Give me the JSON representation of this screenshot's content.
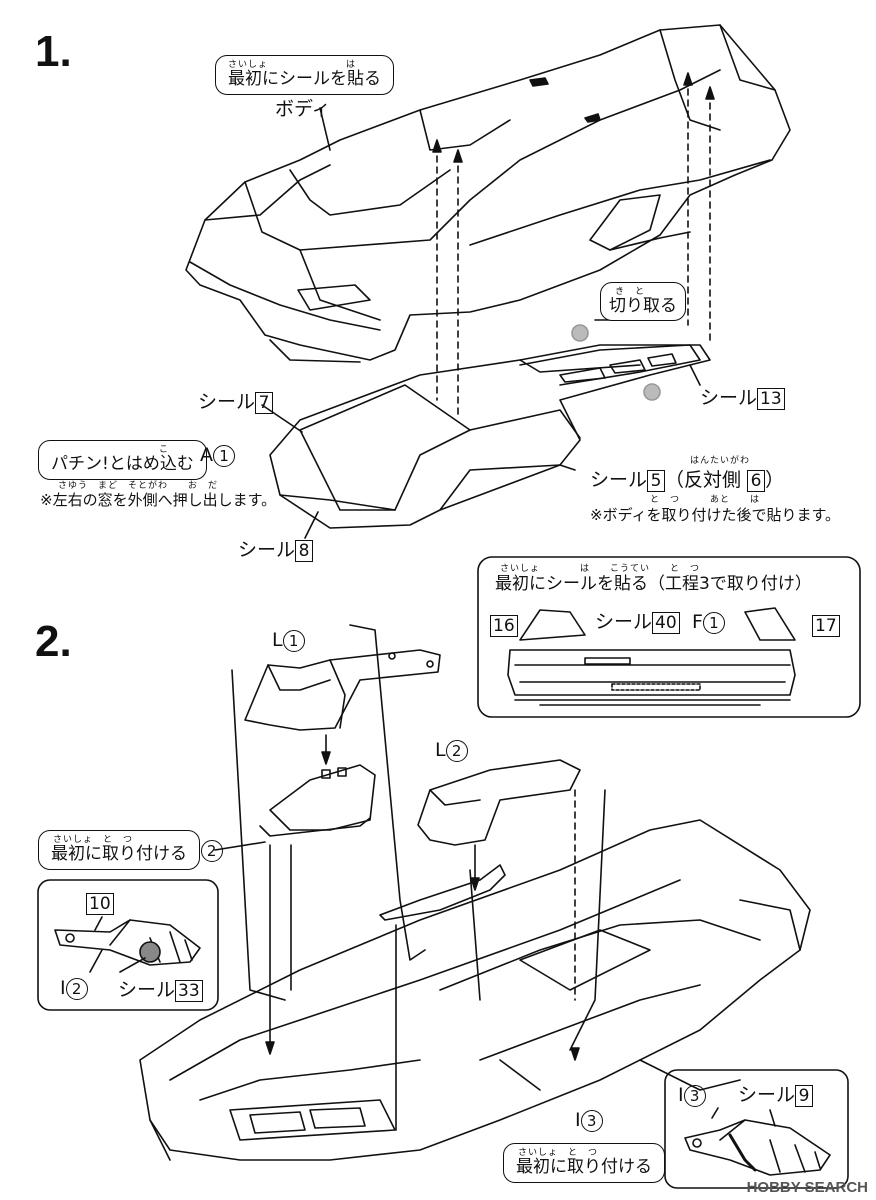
{
  "step1": {
    "number": "1.",
    "first_seal_note": {
      "text": "最初にシールを貼る",
      "ruby_sai": "さいしょ",
      "ruby_ha": "は"
    },
    "body_label": "ボディ",
    "cut_note": {
      "text": "切り取る",
      "ruby": "き　と"
    },
    "seal13": {
      "label": "シール",
      "num": "13"
    },
    "seal7": {
      "label": "シール",
      "num": "7"
    },
    "snap_note": {
      "text": "パチン!とはめ込む",
      "ruby": "こ"
    },
    "partA": {
      "letter": "A",
      "num": "1"
    },
    "push_note": {
      "text": "※左右の窓を外側へ押し出します。",
      "ruby": "さゆう　まど　そとがわ　　お　だ"
    },
    "seal5": {
      "label": "シール",
      "num": "5",
      "opp_open": "（反対側",
      "opp_num": "6",
      "opp_close": "）",
      "ruby": "はんたいがわ"
    },
    "after_note": {
      "text": "※ボディを取り付けた後で貼ります。",
      "ruby": "と　つ　　　あと　　は"
    },
    "seal8": {
      "label": "シール",
      "num": "8"
    }
  },
  "step2": {
    "number": "2.",
    "inset_title": {
      "text": "最初にシールを貼る（工程3で取り付け）",
      "ruby": "さいしょ　　　　は　　こうてい　　と　つ"
    },
    "inset_16": "16",
    "inset_seal40": {
      "label": "シール",
      "num": "40"
    },
    "inset_F": {
      "letter": "F",
      "num": "1"
    },
    "inset_17": "17",
    "L1": {
      "letter": "L",
      "num": "1"
    },
    "L2": {
      "letter": "L",
      "num": "2"
    },
    "I2": {
      "letter": "I",
      "num": "2"
    },
    "attach_first_1": {
      "text": "最初に取り付ける",
      "ruby": "さいしょ　と　つ"
    },
    "detail_left": {
      "num10": "10",
      "partI": "I",
      "partI_num": "2",
      "seal_label": "シール",
      "seal_num": "33"
    },
    "I3": {
      "letter": "I",
      "num": "3"
    },
    "detail_right": {
      "partI": "I",
      "partI_num": "3",
      "seal_label": "シール",
      "seal_num": "9"
    },
    "attach_first_2": {
      "text": "最初に取り付ける",
      "ruby": "さいしょ　と　つ"
    }
  },
  "watermark": "HOBBY SEARCH"
}
